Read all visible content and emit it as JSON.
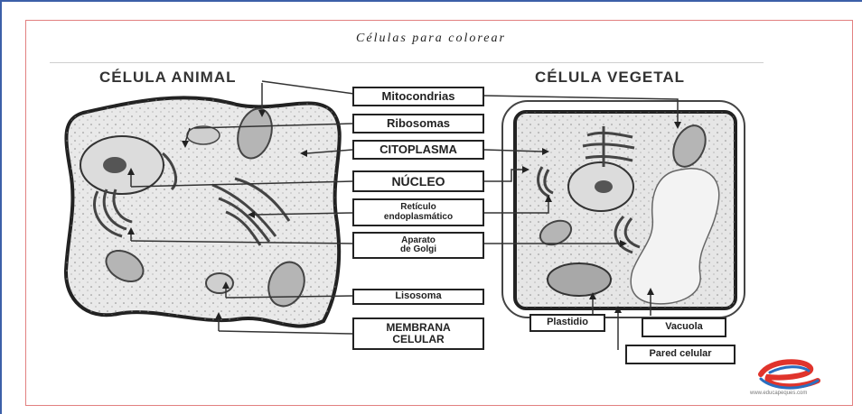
{
  "title": "Células para colorear",
  "headings": {
    "animal": "CÉLULA ANIMAL",
    "vegetal": "CÉLULA VEGETAL"
  },
  "labels": {
    "mitocondrias": "Mitocondrias",
    "ribosomas": "Ribosomas",
    "citoplasma": "CITOPLASMA",
    "nucleo": "NÚCLEO",
    "reticulo": "Retículo\nendoplasmático",
    "golgi": "Aparato\nde Golgi",
    "lisosoma": "Lisosoma",
    "membrana": "MEMBRANA\nCELULAR",
    "plastidio": "Plastidio",
    "vacuola": "Vacuola",
    "pared": "Pared celular"
  },
  "logo": {
    "icon": "educational-e-logo-icon",
    "text": "www.educapeques.com"
  },
  "colors": {
    "frame": "#3c5fa8",
    "inner_border": "#e28080",
    "ink": "#222222",
    "cytoplasm": "#e6e6e6",
    "organelle": "#b5b5b5",
    "logo_red": "#e0342c",
    "logo_blue": "#2a6fc0"
  }
}
